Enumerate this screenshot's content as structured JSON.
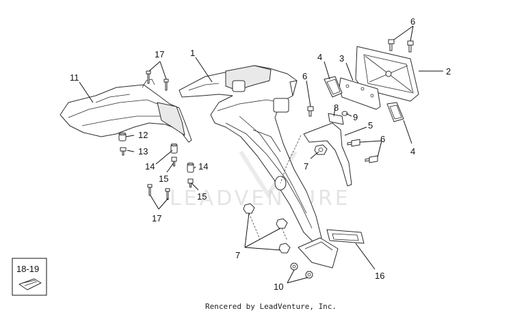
{
  "callouts": {
    "c1": "1",
    "c2": "2",
    "c3": "3",
    "c4a": "4",
    "c4b": "4",
    "c5": "5",
    "c6a": "6",
    "c6b": "6",
    "c6c": "6",
    "c7a": "7",
    "c7b": "7",
    "c8": "8",
    "c9": "9",
    "c10": "10",
    "c11": "11",
    "c12": "12",
    "c13": "13",
    "c14a": "14",
    "c14b": "14",
    "c15a": "15",
    "c15b": "15",
    "c16": "16",
    "c17a": "17",
    "c17b": "17"
  },
  "kit_box": {
    "label": "18-19"
  },
  "watermark": "LEADVENTURE",
  "credit": "Rencered by LeadVenture, Inc."
}
